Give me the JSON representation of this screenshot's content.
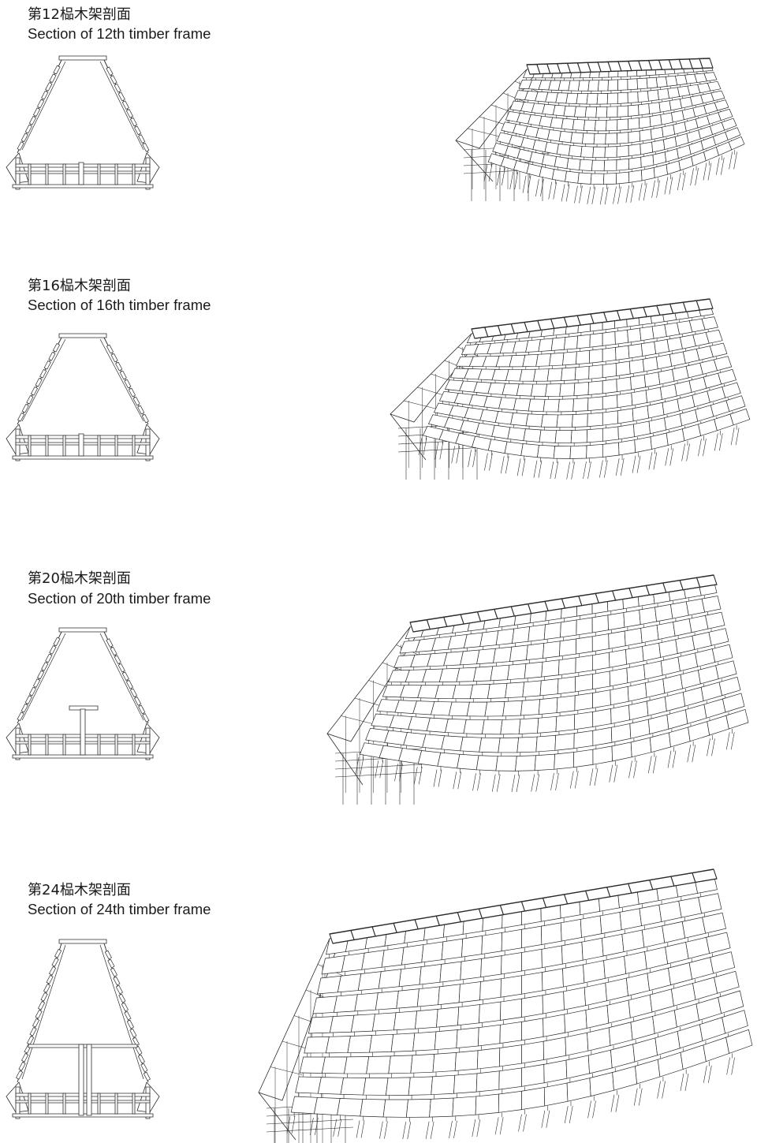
{
  "panels": [
    {
      "id": "12",
      "cn": "第12榀木架剖面",
      "en": "Section of 12th timber frame",
      "inner_post": "single-short"
    },
    {
      "id": "16",
      "cn": "第16榀木架剖面",
      "en": "Section of 16th timber frame",
      "inner_post": "single-short"
    },
    {
      "id": "20",
      "cn": "第20榀木架剖面",
      "en": "Section of 20th timber frame",
      "inner_post": "t-post"
    },
    {
      "id": "24",
      "cn": "第24榀木架剖面",
      "en": "Section of 24th timber frame",
      "inner_post": "double-tall"
    }
  ],
  "colors": {
    "line": "#2b2b2b",
    "fill": "#ffffff",
    "roof_cap": "#ffffff"
  }
}
